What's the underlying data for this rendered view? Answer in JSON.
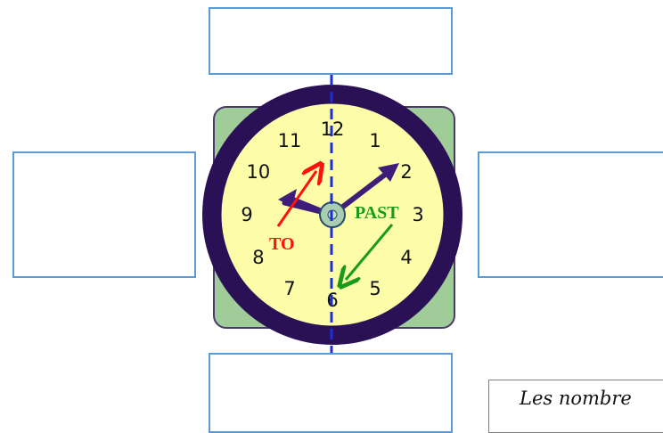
{
  "clock": {
    "numbers": [
      "12",
      "1",
      "2",
      "3",
      "4",
      "5",
      "6",
      "7",
      "8",
      "9",
      "10",
      "11"
    ],
    "to_label": "TO",
    "past_label": "PAST",
    "colors": {
      "panel": "#9fcc98",
      "rim": "#2a1155",
      "face": "#fdfca8",
      "hands": "#3e1e78",
      "divider": "#1a2fd6",
      "to": "#ff1010",
      "past": "#1a9a1a",
      "answer_border": "#5b9bd5"
    }
  },
  "caption": {
    "text": "Les nombre"
  }
}
